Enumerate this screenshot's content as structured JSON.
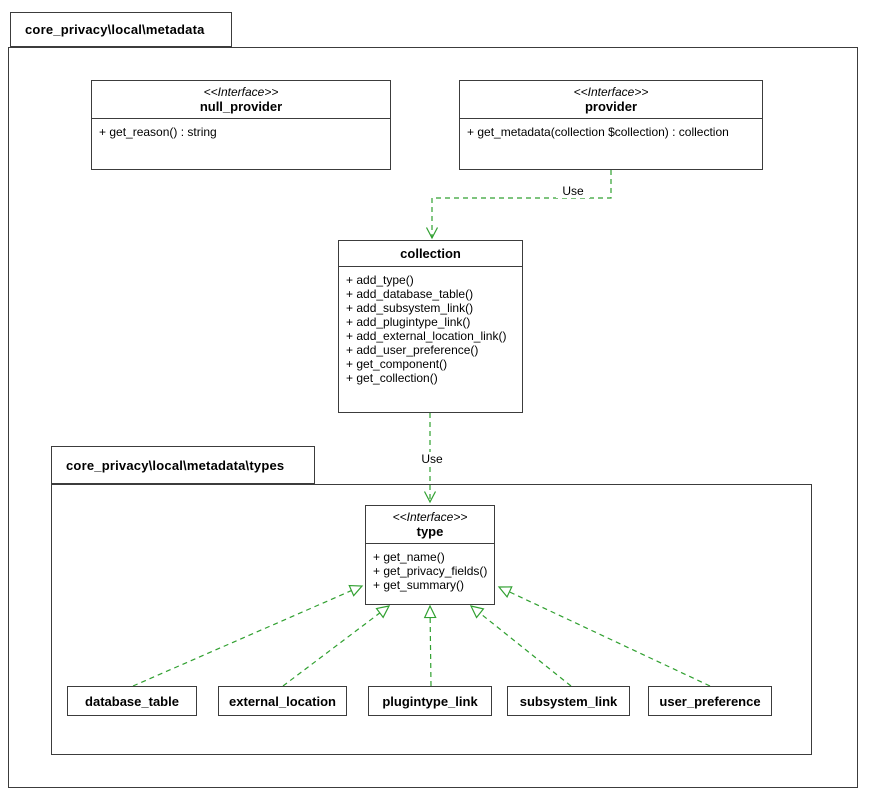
{
  "packages": {
    "outer": {
      "title": "core_privacy\\local\\metadata"
    },
    "types": {
      "title": "core_privacy\\local\\metadata\\types"
    }
  },
  "classes": {
    "null_provider": {
      "stereotype": "<<Interface>>",
      "name": "null_provider",
      "methods": [
        "+ get_reason() : string"
      ]
    },
    "provider": {
      "stereotype": "<<Interface>>",
      "name": "provider",
      "methods": [
        "+ get_metadata(collection $collection) : collection"
      ]
    },
    "collection": {
      "name": "collection",
      "methods": [
        "+ add_type()",
        "+ add_database_table()",
        "+ add_subsystem_link()",
        "+ add_plugintype_link()",
        "+ add_external_location_link()",
        "+ add_user_preference()",
        "+ get_component()",
        "+ get_collection()"
      ]
    },
    "type": {
      "stereotype": "<<Interface>>",
      "name": "type",
      "methods": [
        "+ get_name()",
        "+ get_privacy_fields()",
        "+ get_summary()"
      ]
    }
  },
  "leaf_types": [
    {
      "name": "database_table"
    },
    {
      "name": "external_location"
    },
    {
      "name": "plugintype_link"
    },
    {
      "name": "subsystem_link"
    },
    {
      "name": "user_preference"
    }
  ],
  "edges": {
    "provider_to_collection_label": "Use",
    "collection_to_type_label": "Use"
  },
  "colors": {
    "edge_green": "#30a030",
    "shape_border": "#3c3c3c"
  }
}
